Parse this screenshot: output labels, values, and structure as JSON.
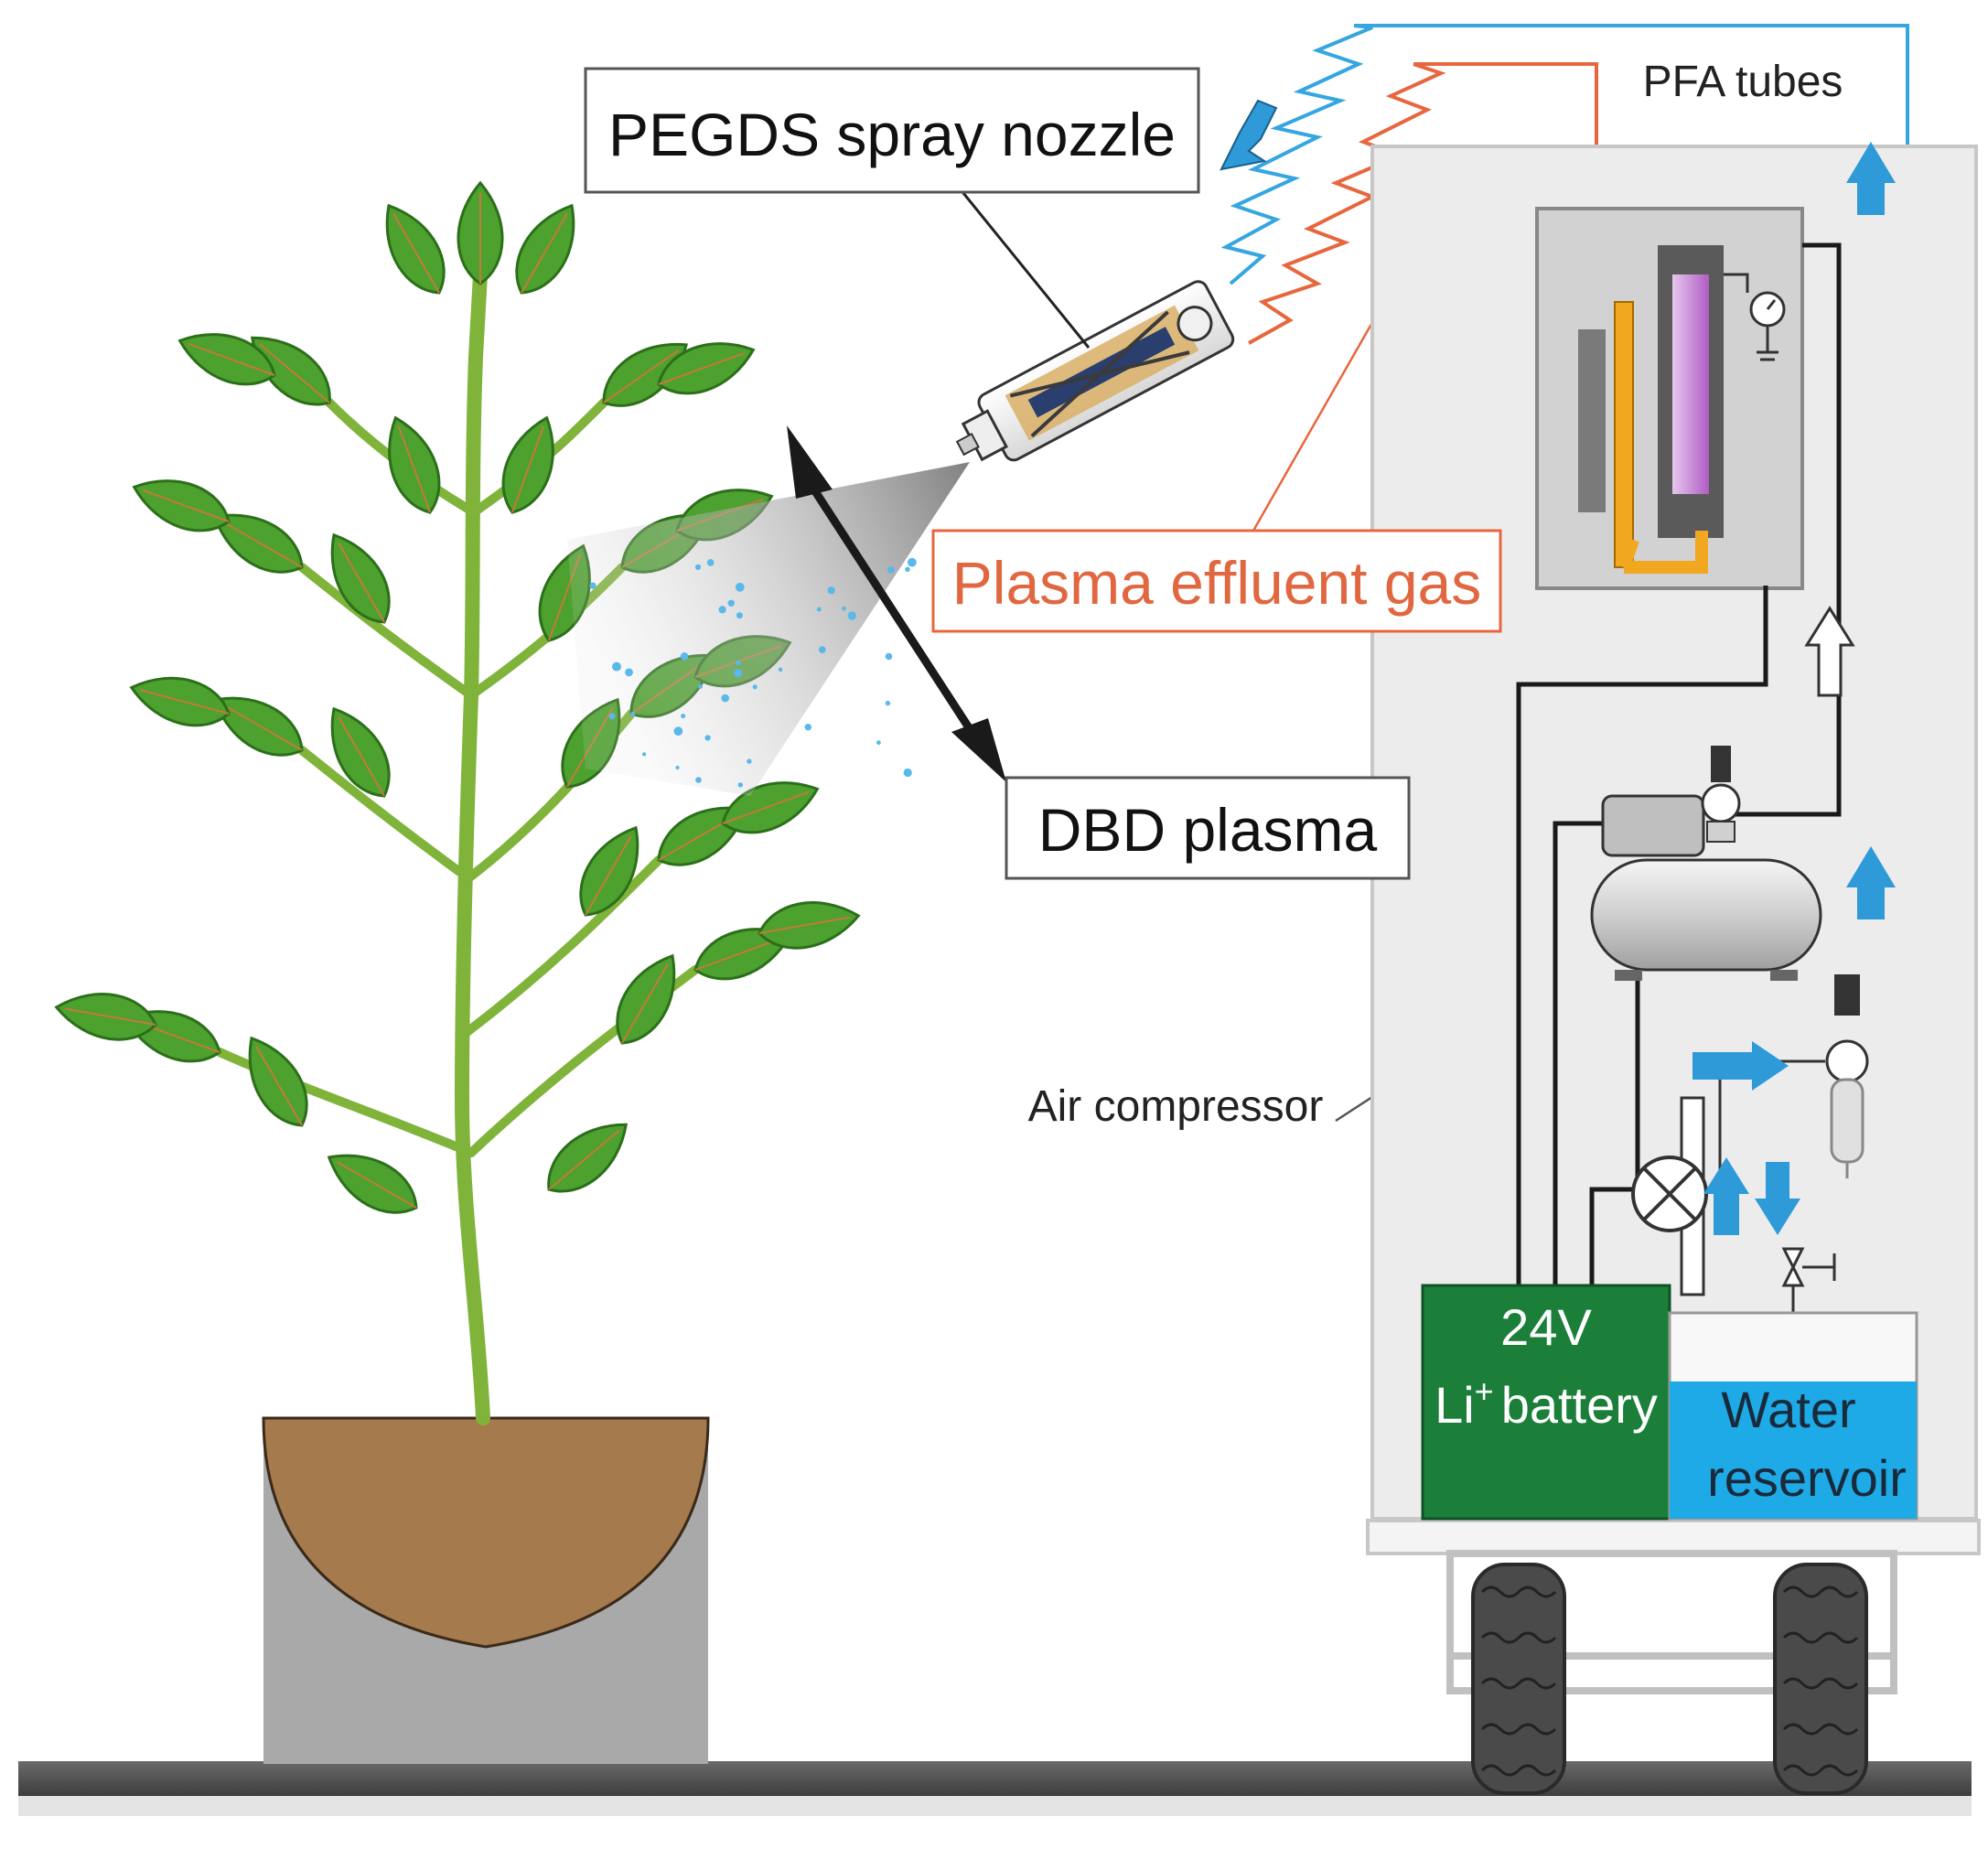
{
  "labels": {
    "pegds_nozzle": "PEGDS spray nozzle",
    "pfa_tubes": "PFA tubes",
    "plasma_effluent": "Plasma effluent gas",
    "dbd_plasma": "DBD plasma",
    "air_compressor": "Air compressor",
    "battery_voltage": "24V",
    "battery_li": "Li",
    "battery_sup": "+",
    "battery_word": "battery",
    "water_line1": "Water",
    "water_line2": "reservoir"
  },
  "colors": {
    "plasma_orange": "#e8663d",
    "tube_blue": "#36a6e0",
    "arrow_blue": "#2f9ad8",
    "battery_green": "#1b7f3a",
    "water_blue": "#1eaae6",
    "soil_brown": "#a57a4c",
    "pot_gray": "#a9a9a9",
    "leaf_green": "#4da12e",
    "cart_gray": "#ececec",
    "ground": "#5a5a5a"
  },
  "icons": [
    "spray-nozzle-icon",
    "plant-icon",
    "pot-icon",
    "wheel-icon",
    "compressor-icon",
    "valve-icon",
    "plasma-reactor-icon",
    "pressure-gauge-icon",
    "flow-arrow-icon"
  ]
}
